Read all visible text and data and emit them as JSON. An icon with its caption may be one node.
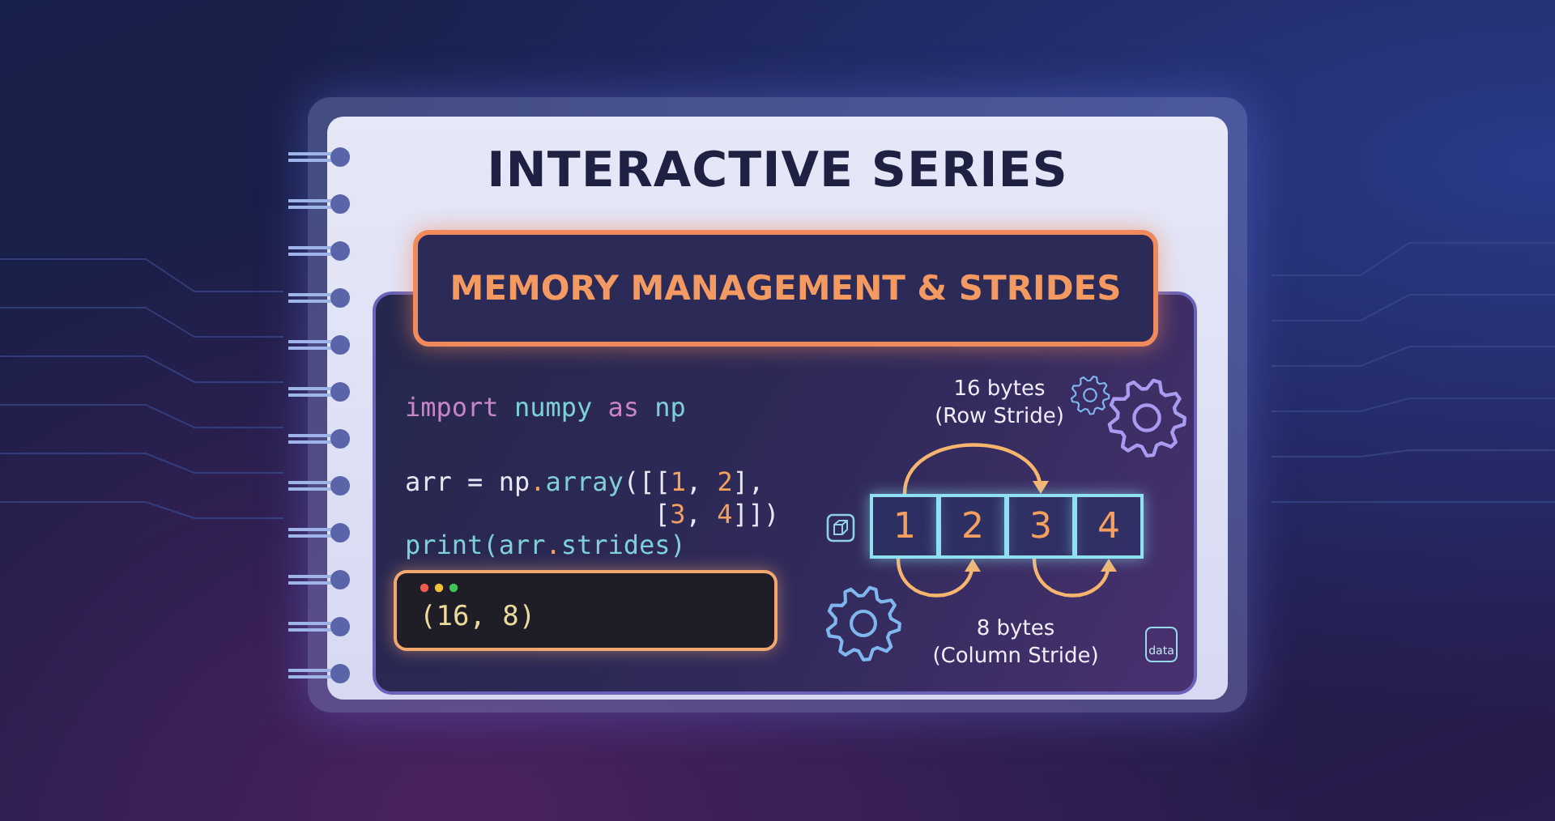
{
  "diagram": {
    "title": "INTERACTIVE SERIES",
    "nodes": [
      {
        "text": [
          "MEMORY MANAGEMENT & STRIDES"
        ]
      },
      {
        "text": [
          "(16, 8)"
        ]
      },
      {
        "text": [
          "1"
        ]
      },
      {
        "text": [
          "2"
        ]
      },
      {
        "text": [
          "3"
        ]
      },
      {
        "text": [
          "4"
        ]
      }
    ],
    "edges": [
      {
        "from": 2,
        "to": 4,
        "arrow": "to"
      },
      {
        "from": 2,
        "to": 3,
        "arrow": "to"
      },
      {
        "from": 4,
        "to": 5,
        "arrow": "to"
      }
    ],
    "labels": [
      "import numpy as np",
      "arr = np.array([[1, 2],",
      "[3, 4]])",
      "print(arr.strides)",
      "16 bytes",
      "(Row Stride)",
      "8 bytes",
      "(Column Stride)",
      "data"
    ]
  }
}
